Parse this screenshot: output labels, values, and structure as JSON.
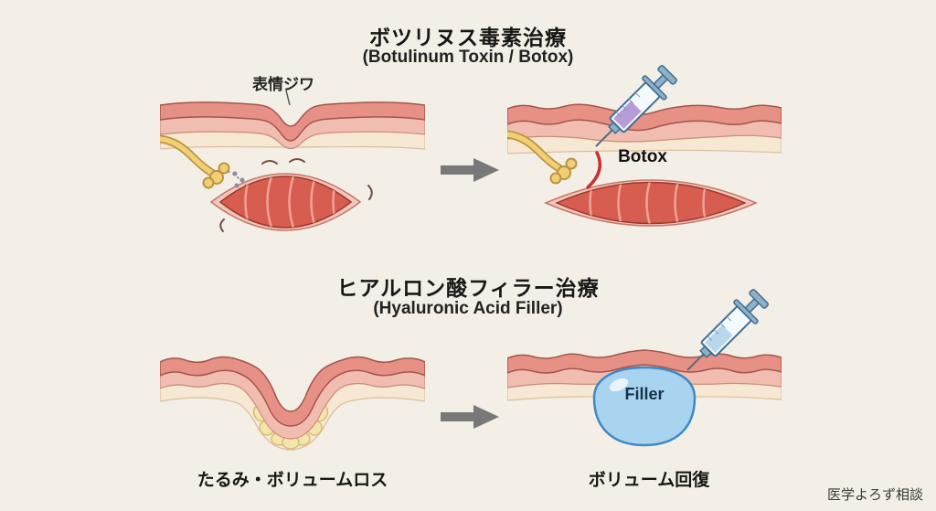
{
  "page": {
    "background": "#f3efe6",
    "watermark": "医学よろず相談"
  },
  "sections": [
    {
      "title": "ボツリヌス毒素治療",
      "subtitle": "(Botulinum Toxin / Botox)",
      "annotation": "表情ジワ",
      "injection_label": "Botox"
    },
    {
      "title": "ヒアルロン酸フィラー治療",
      "subtitle": "(Hyaluronic Acid Filler)",
      "before_caption": "たるみ・ボリュームロス",
      "after_caption": "ボリューム回復",
      "injection_label": "Filler"
    }
  ],
  "colors": {
    "background": "#f3efe6",
    "skin_epidermis": "#e79086",
    "skin_dermis": "#f2bdb1",
    "skin_subcutaneous": "#f6e8d2",
    "muscle_red": "#d65d50",
    "muscle_tendon_pink": "#f2c6ba",
    "nerve_yellow": "#f1d075",
    "filler_blue": "#a9d4ef",
    "fat_yellow": "#f3e5ac",
    "syringe_blue": "#8fb1c7",
    "botox_liquid_purple": "#b79bd6",
    "filler_liquid_blue": "#b9d7ec",
    "inhibition_red": "#c83232",
    "arrow_gray": "#787878"
  }
}
